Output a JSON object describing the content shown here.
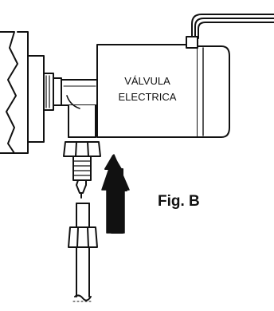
{
  "diagram": {
    "valve_label_line1": "VÁLVULA",
    "valve_label_line2": "ELECTRICA",
    "figure_label": "Fig. B",
    "ink_color": "#111111",
    "paper_color": "#ffffff"
  }
}
